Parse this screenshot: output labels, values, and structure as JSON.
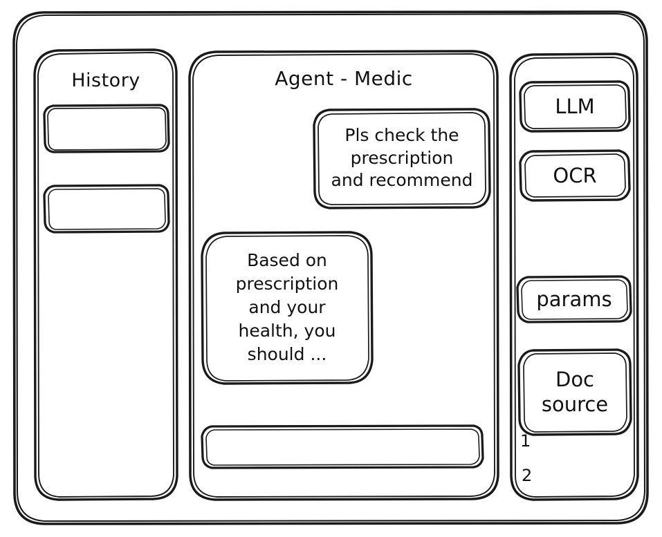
{
  "app": {
    "style": "hand-drawn-wireframe",
    "stroke_color": "#1a1a1a",
    "background_color": "#ffffff"
  },
  "sidebar": {
    "title": "History",
    "items": [
      {
        "label": ""
      },
      {
        "label": ""
      }
    ]
  },
  "main": {
    "title": "Agent - Medic",
    "messages": [
      {
        "role": "user",
        "text": "Pls check the\nprescription\nand recommend"
      },
      {
        "role": "agent",
        "text": "Based on\nprescription\nand your\nhealth, you\nshould ..."
      }
    ],
    "composer": {
      "value": "",
      "placeholder": ""
    }
  },
  "tools": {
    "buttons": [
      {
        "label": "LLM"
      },
      {
        "label": "OCR"
      },
      {
        "label": "params"
      },
      {
        "label": "Doc\nsource"
      }
    ],
    "doc_sources": [
      {
        "label": "1"
      },
      {
        "label": "2"
      }
    ]
  }
}
